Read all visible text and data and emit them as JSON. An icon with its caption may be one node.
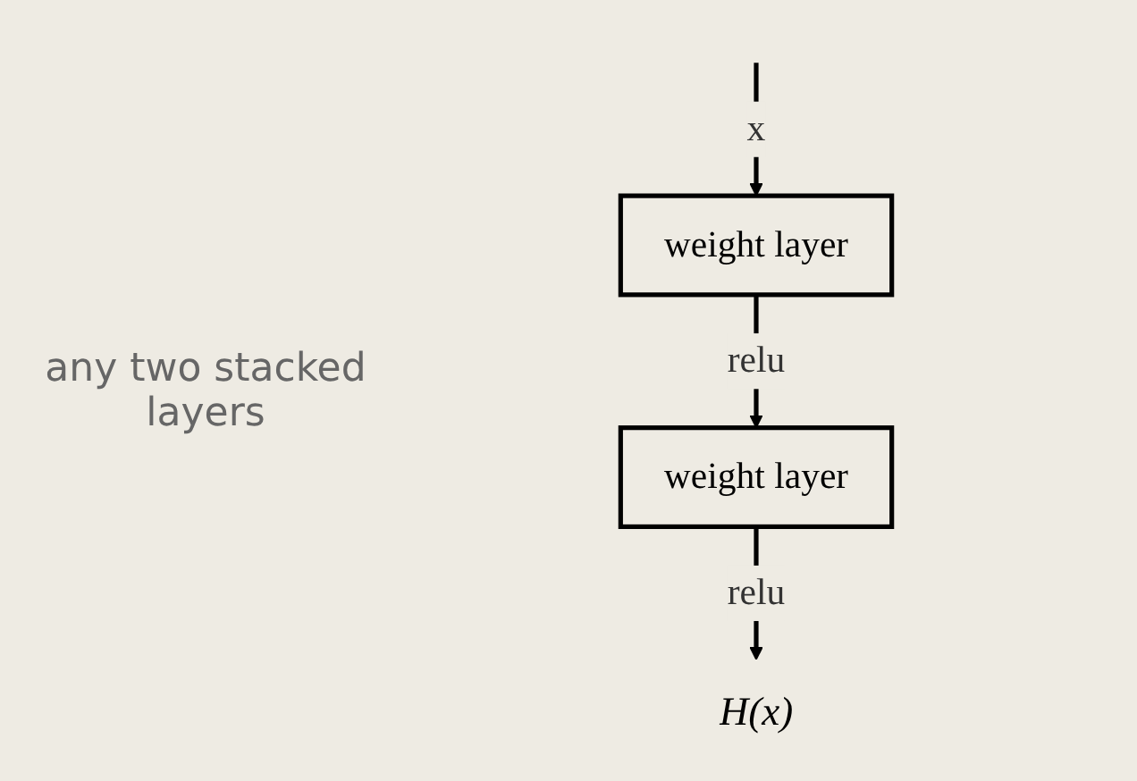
{
  "diagram": {
    "nodes": [
      {
        "text": [
          "weight layer"
        ]
      },
      {
        "text": [
          "weight layer"
        ]
      },
      {
        "text": [
          "H(x)"
        ]
      }
    ],
    "edges": [
      {
        "from": null,
        "to": 0,
        "arrow": "to",
        "label": "x"
      },
      {
        "from": 0,
        "to": 1,
        "arrow": "to",
        "label": "relu"
      },
      {
        "from": 1,
        "to": 2,
        "arrow": "to",
        "label": "relu"
      }
    ],
    "labels": [
      "any two stacked layers"
    ]
  }
}
